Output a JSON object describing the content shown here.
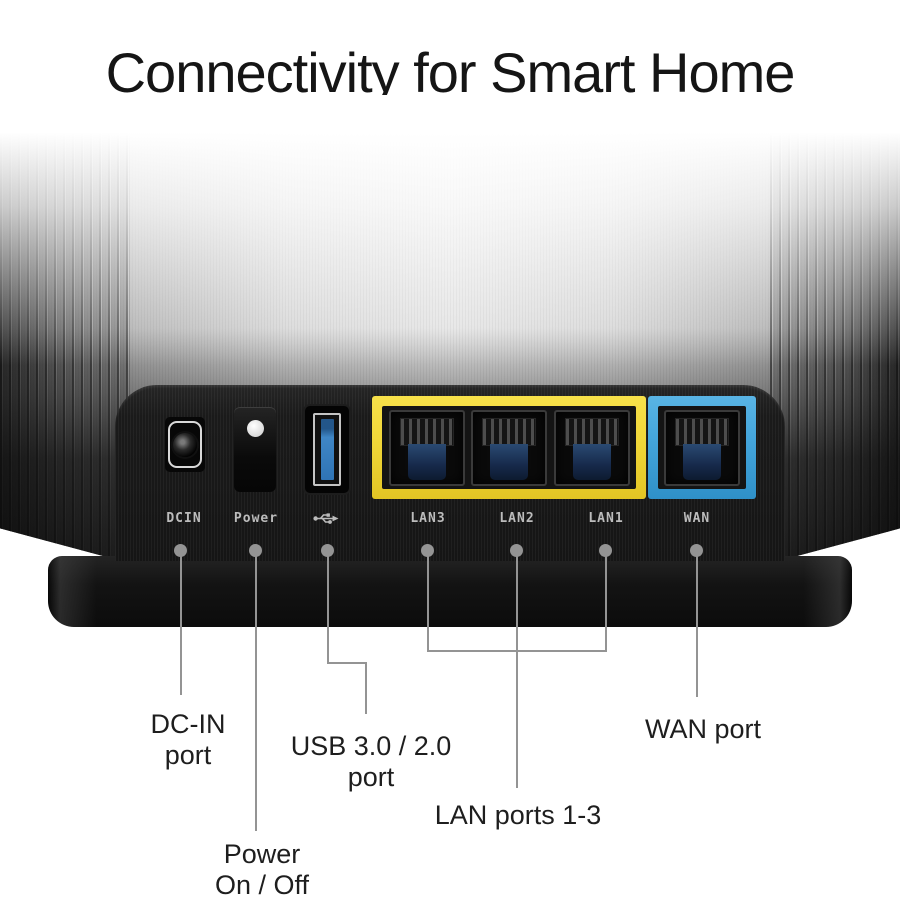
{
  "title": "Connectivity for Smart Home",
  "device": {
    "panel_labels": {
      "dcin": "DCIN",
      "power": "Power",
      "lan3": "LAN3",
      "lan2": "LAN2",
      "lan1": "LAN1",
      "wan": "WAN"
    },
    "usb_icon": "usb-trident"
  },
  "callouts": {
    "dcin": {
      "line1": "DC-IN",
      "line2": "port"
    },
    "power": {
      "line1": "Power",
      "line2": "On / Off"
    },
    "usb": {
      "line1": "USB 3.0 / 2.0",
      "line2": "port"
    },
    "lan": {
      "line1": "LAN ports 1-3"
    },
    "wan": {
      "line1": "WAN port"
    }
  },
  "colors": {
    "lan-frame": "#f2d83a",
    "wan-frame": "#45a6dc",
    "usb-tongue": "#3f86c6",
    "callout-line": "#949494"
  }
}
